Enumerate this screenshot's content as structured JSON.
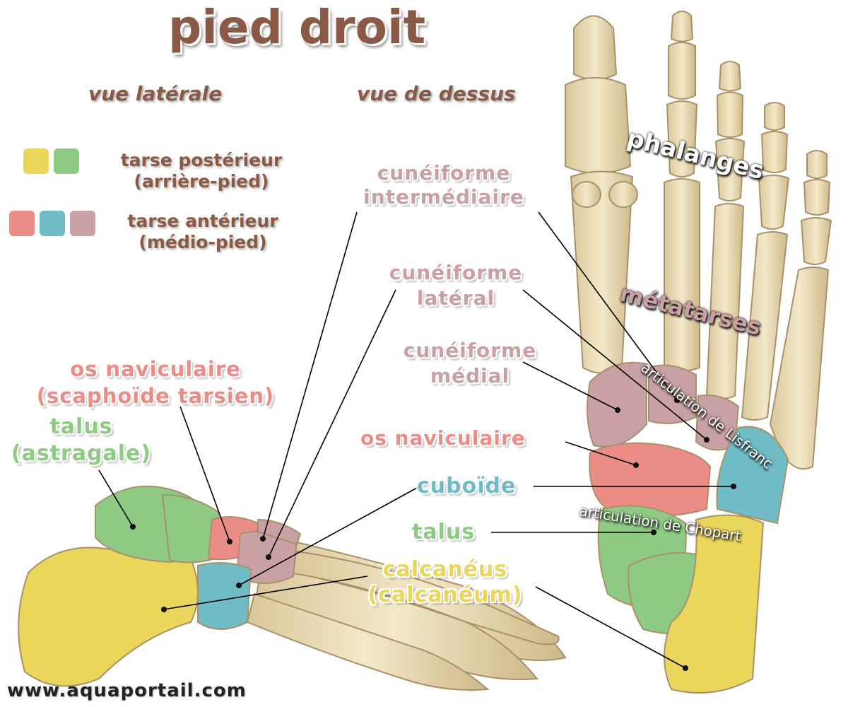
{
  "title": "pied droit",
  "views": {
    "lateral": "vue latérale",
    "top": "vue de dessus"
  },
  "legend": {
    "posterior": {
      "line1": "tarse postérieur",
      "line2": "(arrière-pied)"
    },
    "anterior": {
      "line1": "tarse antérieur",
      "line2": "(médio-pied)"
    }
  },
  "labels": {
    "cuneiform_intermediate": {
      "line1": "cunéiforme",
      "line2": "intermédiaire"
    },
    "cuneiform_lateral": {
      "line1": "cunéiforme",
      "line2": "latéral"
    },
    "cuneiform_medial": {
      "line1": "cunéiforme",
      "line2": "médial"
    },
    "navicular_top": "os naviculaire",
    "cuboid": "cuboïde",
    "talus_top": "talus",
    "calcaneus": {
      "line1": "calcanéus",
      "line2": "(calcanéum)"
    },
    "navicular_lateral": {
      "line1": "os naviculaire",
      "line2": "(scaphoïde tarsien)"
    },
    "talus_lateral": {
      "line1": "talus",
      "line2": "(astragale)"
    },
    "phalanges": "phalanges",
    "metatarsals": "métatarses",
    "lisfranc": "articulation de Lisfranc",
    "chopart": "articulation de Chopart"
  },
  "footer": "www.aquaportail.com",
  "colors": {
    "title": "#8a5a47",
    "yellow": "#e9d65a",
    "green": "#8fca84",
    "pink": "#ec8c86",
    "blue": "#6fbcc6",
    "mauve": "#c9a0a4",
    "bone": "#ecdcb4",
    "bone_edge": "#a8906a"
  }
}
